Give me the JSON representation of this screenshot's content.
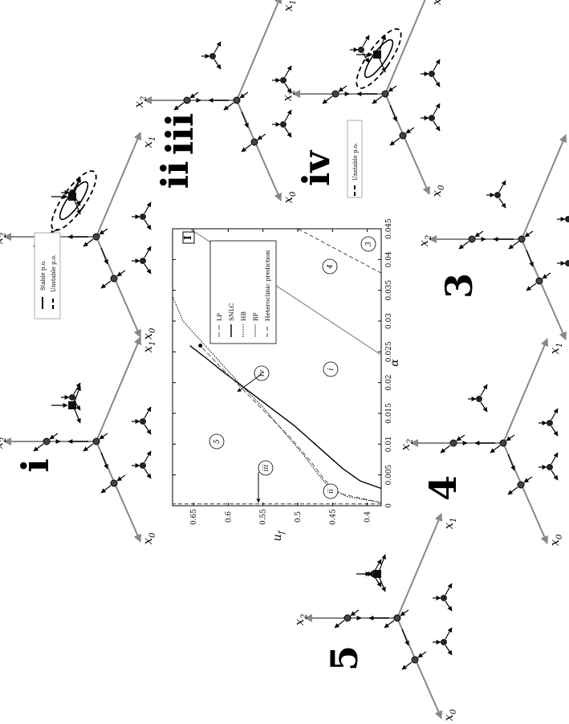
{
  "panel_labels": [
    "i",
    "ii",
    "iii",
    "iv",
    "3",
    "4",
    "5"
  ],
  "axis_labels": {
    "x0": "x",
    "x1": "x",
    "x2": "x",
    "sub0": "0",
    "sub1": "1",
    "sub2": "2"
  },
  "legends": {
    "ii": [
      "Stable p.o.",
      "Unstable p.o."
    ],
    "iv": [
      "Unstable p.o."
    ]
  },
  "chart_data": {
    "type": "line",
    "panel_tag": "I",
    "xlabel": "α",
    "ylabel": "u_f",
    "xlim": [
      0,
      0.045
    ],
    "ylim": [
      0.38,
      0.68
    ],
    "xticks": [
      0,
      0.005,
      0.01,
      0.015,
      0.02,
      0.025,
      0.03,
      0.035,
      0.04,
      0.045
    ],
    "yticks": [
      0.4,
      0.45,
      0.5,
      0.55,
      0.6,
      0.65
    ],
    "legend": [
      "LP",
      "SNLC",
      "HB",
      "BP",
      "Heteroclinic prediction"
    ],
    "region_labels": [
      "5",
      "iii",
      "ii",
      "iv",
      "i",
      "4",
      "3"
    ],
    "series": [
      {
        "name": "SNLC",
        "x": [
          0.0028,
          0.004,
          0.006,
          0.008,
          0.01,
          0.013,
          0.016,
          0.019,
          0.022,
          0.024,
          0.026
        ],
        "y": [
          0.38,
          0.41,
          0.435,
          0.455,
          0.475,
          0.505,
          0.54,
          0.575,
          0.61,
          0.632,
          0.655
        ]
      },
      {
        "name": "HB",
        "x": [
          0.0005,
          0.0015,
          0.003,
          0.005,
          0.008,
          0.012,
          0.016,
          0.02,
          0.025,
          0.03,
          0.034
        ],
        "y": [
          0.38,
          0.43,
          0.455,
          0.47,
          0.49,
          0.52,
          0.55,
          0.585,
          0.625,
          0.665,
          0.695
        ]
      },
      {
        "name": "LP",
        "x": [
          0.0005,
          0.002,
          0.004,
          0.007,
          0.011,
          0.015,
          0.019,
          0.023,
          0.026
        ],
        "y": [
          0.38,
          0.44,
          0.46,
          0.48,
          0.51,
          0.545,
          0.58,
          0.615,
          0.64
        ]
      },
      {
        "name": "BP",
        "x": [
          0.0245,
          0.045
        ],
        "y": [
          0.38,
          0.655
        ]
      },
      {
        "name": "Heteroclinic prediction",
        "x": [
          0.0378,
          0.045
        ],
        "y": [
          0.38,
          0.5
        ]
      },
      {
        "name": "Heteroclinic prediction",
        "x": [
          0.0003,
          0.0003
        ],
        "y": [
          0.38,
          0.68
        ]
      }
    ]
  }
}
